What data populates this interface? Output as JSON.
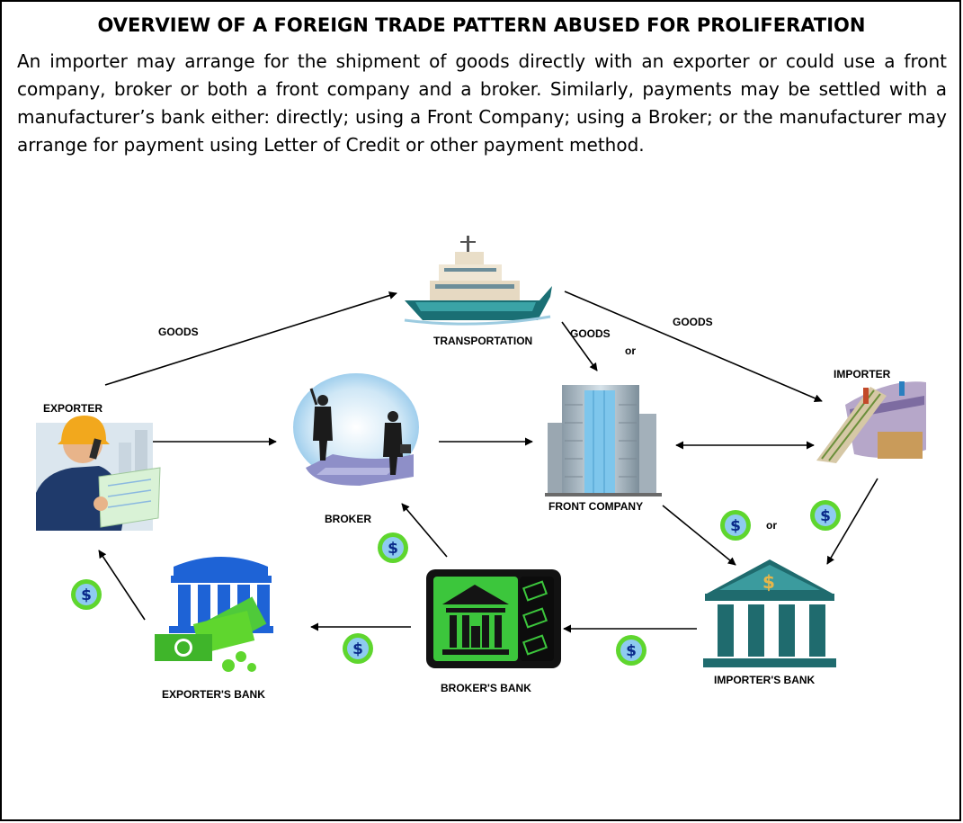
{
  "title": "OVERVIEW OF A FOREIGN TRADE PATTERN ABUSED FOR PROLIFERATION",
  "description": "An importer may arrange for the shipment of goods directly with an exporter or could use a front company, broker or both a front company and a broker. Similarly, payments may be settled with a manufacturer’s bank either: directly; using a Front Company; using a Broker; or the manufacturer may arrange for payment using Letter of Credit or other payment method.",
  "nodes": {
    "exporter": "EXPORTER",
    "transportation": "TRANSPORTATION",
    "broker": "BROKER",
    "front_company": "FRONT COMPANY",
    "importer": "IMPORTER",
    "importers_bank": "IMPORTER'S BANK",
    "brokers_bank": "BROKER'S BANK",
    "exporters_bank": "EXPORTER'S BANK"
  },
  "edge_labels": {
    "goods_1": "GOODS",
    "goods_2": "GOODS",
    "goods_3": "GOODS",
    "or_1": "or",
    "or_2": "or"
  },
  "money_symbol": "$",
  "colors": {
    "money_green": "#5fd62e",
    "bank_teal": "#1f6b6e",
    "exporter_bank_blue": "#1e63d6",
    "broker_bank_green": "#3cc63c"
  }
}
